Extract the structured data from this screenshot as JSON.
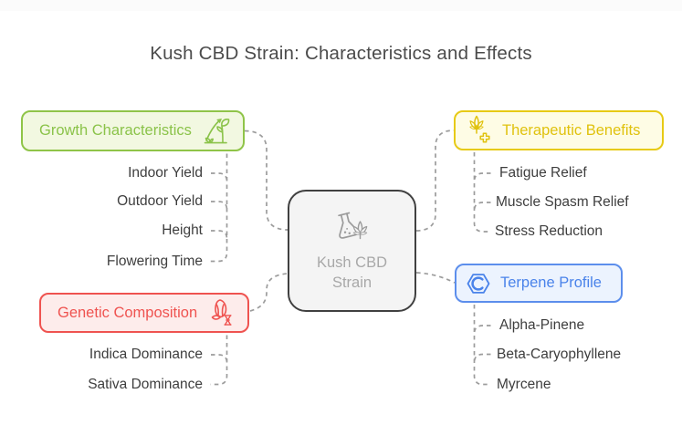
{
  "title": "Kush CBD Strain: Characteristics and Effects",
  "center": {
    "line1": "Kush CBD",
    "line2": "Strain",
    "icon": "flask-cannabis-icon"
  },
  "branches": [
    {
      "label": "Growth Characteristics",
      "icon": "plant-growth-icon",
      "accent_color": "#8bc34a",
      "fill_color": "#f2f8e1",
      "items": [
        "Indoor Yield",
        "Outdoor Yield",
        "Height",
        "Flowering Time"
      ]
    },
    {
      "label": "Genetic Composition",
      "icon": "bud-dna-icon",
      "accent_color": "#ef5350",
      "fill_color": "#fdeceb",
      "items": [
        "Indica Dominance",
        "Sativa Dominance"
      ]
    },
    {
      "label": "Therapeutic Benefits",
      "icon": "cannabis-leaf-cross-icon",
      "accent_color": "#e0c20e",
      "fill_color": "#fefce5",
      "items": [
        "Fatigue Relief",
        "Muscle Spasm Relief",
        "Stress Reduction"
      ]
    },
    {
      "label": "Terpene Profile",
      "icon": "hexagon-c-icon",
      "accent_color": "#4a83ea",
      "fill_color": "#ecf3fe",
      "items": [
        "Alpha-Pinene",
        "Beta-Caryophyllene",
        "Myrcene"
      ]
    }
  ],
  "connector_color": "#9c9c9c",
  "center_border_color": "#404040",
  "item_text_color": "#3e3e3e"
}
